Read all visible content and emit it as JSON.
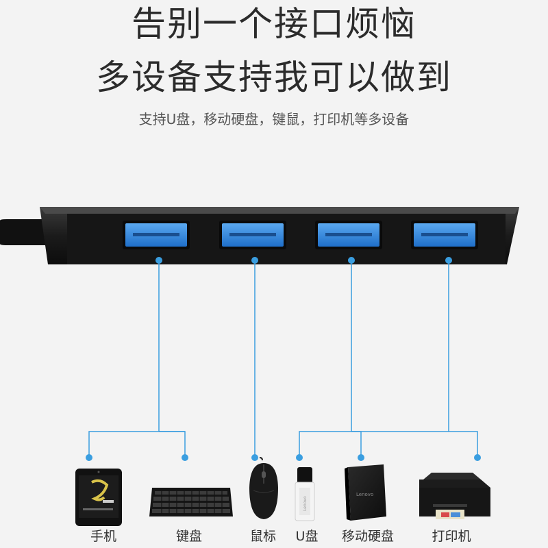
{
  "headline": {
    "line1": "告别一个接口烦恼",
    "line2": "多设备支持我可以做到",
    "subtitle": "支持U盘，移动硬盘，键鼠，打印机等多设备"
  },
  "devices": [
    {
      "label": "手机",
      "icon": "phone-icon"
    },
    {
      "label": "键盘",
      "icon": "keyboard-icon"
    },
    {
      "label": "鼠标",
      "icon": "mouse-icon"
    },
    {
      "label": "U盘",
      "icon": "usb-drive-icon"
    },
    {
      "label": "移动硬盘",
      "icon": "hard-drive-icon"
    },
    {
      "label": "打印机",
      "icon": "printer-icon"
    }
  ],
  "hub": {
    "port_count": 4
  },
  "colors": {
    "connector_line": "#3a9ee0",
    "port_blue": "#2f7fd6",
    "hub_body": "#1a1a1a"
  }
}
